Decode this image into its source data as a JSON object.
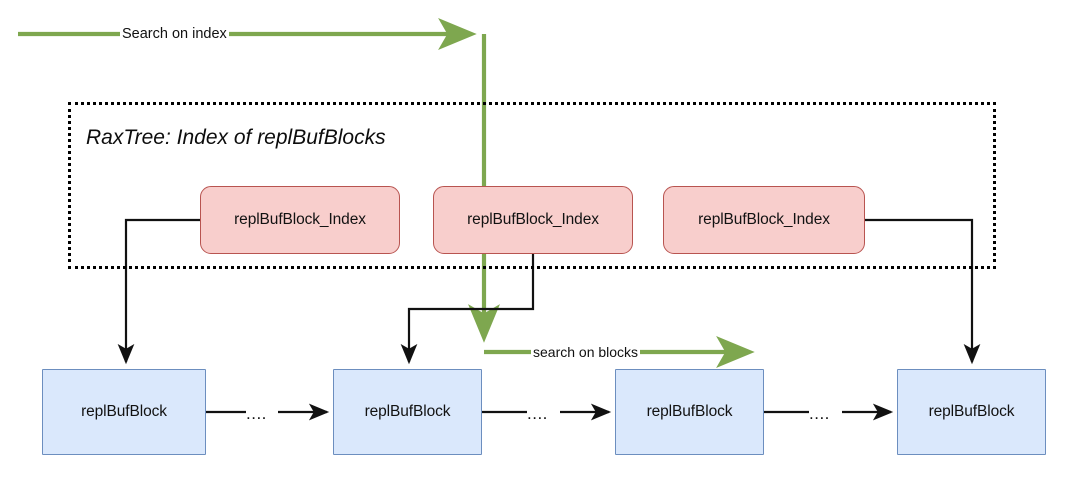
{
  "diagram": {
    "title_text": "RaxTree: Index of replBufBlocks",
    "colors": {
      "index_fill": "#f8cecc",
      "index_stroke": "#b85450",
      "block_fill": "#dae8fc",
      "block_stroke": "#6c8ebf",
      "green_accent": "#7EA74F",
      "wire": "#111111",
      "background": "#ffffff"
    },
    "container": {
      "label": "RaxTree: Index of replBufBlocks",
      "border_style": "dotted"
    },
    "index_nodes": [
      {
        "label": "replBufBlock_Index"
      },
      {
        "label": "replBufBlock_Index"
      },
      {
        "label": "replBufBlock_Index"
      }
    ],
    "block_nodes": [
      {
        "label": "replBufBlock"
      },
      {
        "label": "replBufBlock"
      },
      {
        "label": "replBufBlock"
      },
      {
        "label": "replBufBlock"
      }
    ],
    "chain_separators": [
      {
        "label": "...."
      },
      {
        "label": "...."
      },
      {
        "label": "...."
      }
    ],
    "flow_labels": {
      "search_on_index": "Search on index",
      "search_on_blocks": "search on blocks"
    }
  }
}
